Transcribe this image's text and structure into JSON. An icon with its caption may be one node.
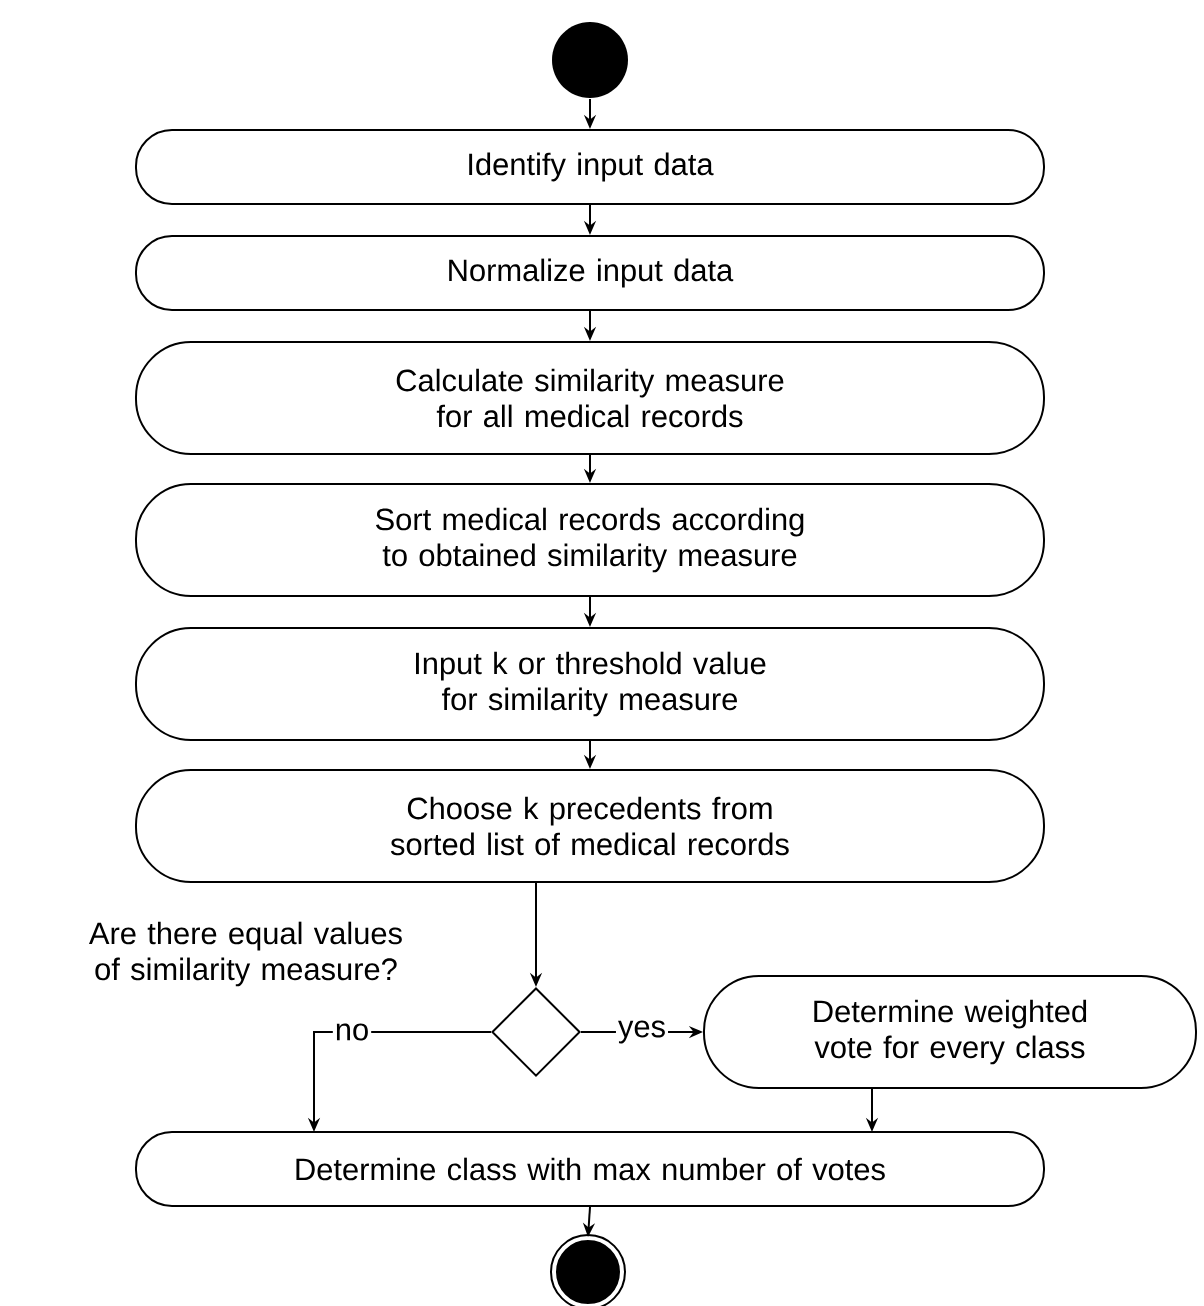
{
  "diagram": {
    "nodes": [
      {
        "text": [],
        "shape": "circle"
      },
      {
        "text": [
          "Identify input data"
        ]
      },
      {
        "text": [
          "Normalize input data"
        ]
      },
      {
        "text": [
          "Calculate similarity measure for all medical records"
        ]
      },
      {
        "text": [
          "Sort medical records according to obtained similarity measure"
        ]
      },
      {
        "text": [
          "Input k or threshold value for similarity measure"
        ]
      },
      {
        "text": [
          "Choose k precedents from sorted list of medical records"
        ]
      },
      {
        "text": [],
        "shape": "diamond"
      },
      {
        "text": [
          "Determine weighted vote for every class"
        ]
      },
      {
        "text": [
          "Determine class with max number of votes"
        ]
      },
      {
        "text": [],
        "shape": "circle"
      }
    ],
    "edges": [
      {
        "from": 0,
        "to": 1,
        "arrow": "to"
      },
      {
        "from": 1,
        "to": 2,
        "arrow": "to"
      },
      {
        "from": 2,
        "to": 3,
        "arrow": "to"
      },
      {
        "from": 3,
        "to": 4,
        "arrow": "to"
      },
      {
        "from": 4,
        "to": 5,
        "arrow": "to"
      },
      {
        "from": 5,
        "to": 6,
        "arrow": "to"
      },
      {
        "from": 6,
        "to": 7,
        "arrow": "to"
      },
      {
        "from": 7,
        "to": 8,
        "arrow": "to",
        "label": "yes"
      },
      {
        "from": 7,
        "to": 9,
        "arrow": "to",
        "label": "no"
      },
      {
        "from": 8,
        "to": 9,
        "arrow": "to"
      },
      {
        "from": 9,
        "to": 10,
        "arrow": "to"
      }
    ],
    "labels": [
      "Are there equal values of similarity measure?"
    ]
  }
}
